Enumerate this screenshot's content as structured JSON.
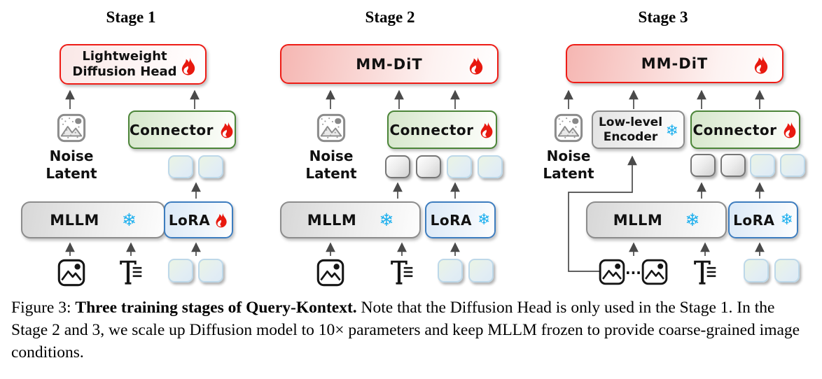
{
  "icons": {
    "snowflake": "❄"
  },
  "colors": {
    "trainable_red": "#e8190f",
    "frozen_blue": "#1fb0ee",
    "dit_border_red": "#ee1c16",
    "connector_border_green": "#4c8539",
    "lora_border_blue": "#3d7dbf",
    "gray_border": "#8c8c8c",
    "arrow_gray": "#4a4a4a"
  },
  "stage1": {
    "title": "Stage 1",
    "head_line1": "Lightweight",
    "head_line2": "Diffusion Head",
    "head_state": "trainable",
    "connector_label": "Connector",
    "connector_state": "trainable",
    "noise_line1": "Noise",
    "noise_line2": "Latent",
    "mllm_label": "MLLM",
    "mllm_state": "frozen",
    "lora_label": "LoRA",
    "lora_state": "trainable"
  },
  "stage2": {
    "title": "Stage 2",
    "head_label": "MM-DiT",
    "head_state": "trainable",
    "connector_label": "Connector",
    "connector_state": "trainable",
    "noise_line1": "Noise",
    "noise_line2": "Latent",
    "mllm_label": "MLLM",
    "mllm_state": "frozen",
    "lora_label": "LoRA",
    "lora_state": "frozen"
  },
  "stage3": {
    "title": "Stage 3",
    "head_label": "MM-DiT",
    "head_state": "trainable",
    "encoder_line1": "Low-level",
    "encoder_line2": "Encoder",
    "encoder_state": "frozen",
    "connector_label": "Connector",
    "connector_state": "trainable",
    "noise_line1": "Noise",
    "noise_line2": "Latent",
    "mllm_label": "MLLM",
    "mllm_state": "frozen",
    "lora_label": "LoRA",
    "lora_state": "frozen",
    "images_ellipsis": "···"
  },
  "caption": {
    "prefix": "Figure 3: ",
    "bold": "Three training stages of Query-Kontext.",
    "body": " Note that the Diffusion Head is only used in the Stage 1. In the Stage 2 and 3, we scale up Diffusion model to 10× parameters and keep MLLM frozen to provide coarse-grained image conditions."
  }
}
